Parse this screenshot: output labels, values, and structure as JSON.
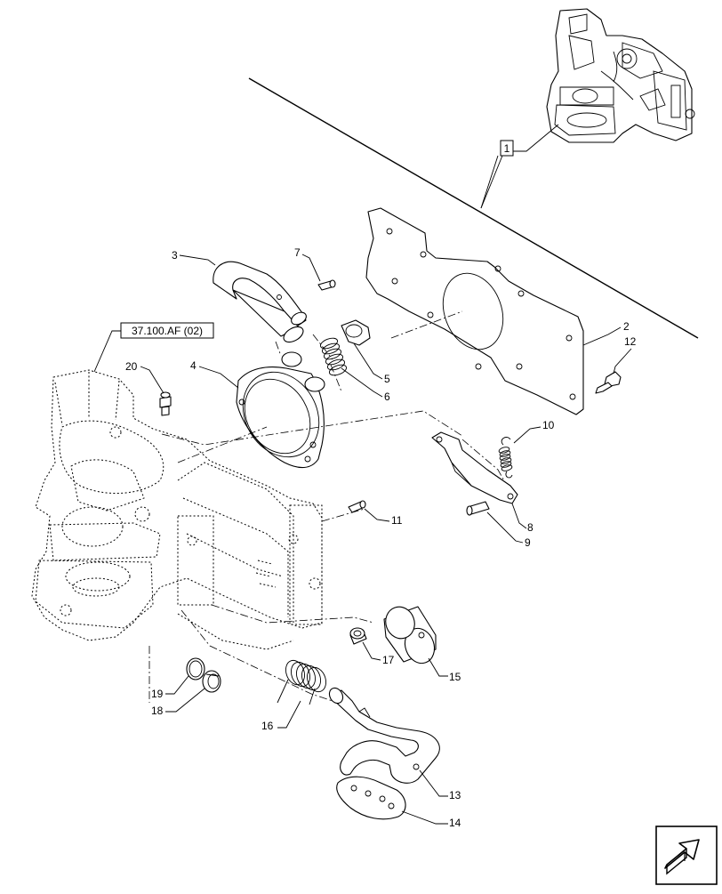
{
  "diagram": {
    "callouts": {
      "c1": "1",
      "c2": "2",
      "c3": "3",
      "c4": "4",
      "c5": "5",
      "c6": "6",
      "c7": "7",
      "c8": "8",
      "c9": "9",
      "c10": "10",
      "c11": "11",
      "c12": "12",
      "c13": "13",
      "c14": "14",
      "c15": "15",
      "c16": "16",
      "c17": "17",
      "c18": "18",
      "c19": "19",
      "c20": "20"
    },
    "reference_box": "37.100.AF (02)",
    "nav_icon": "next-page-arrow-icon"
  }
}
